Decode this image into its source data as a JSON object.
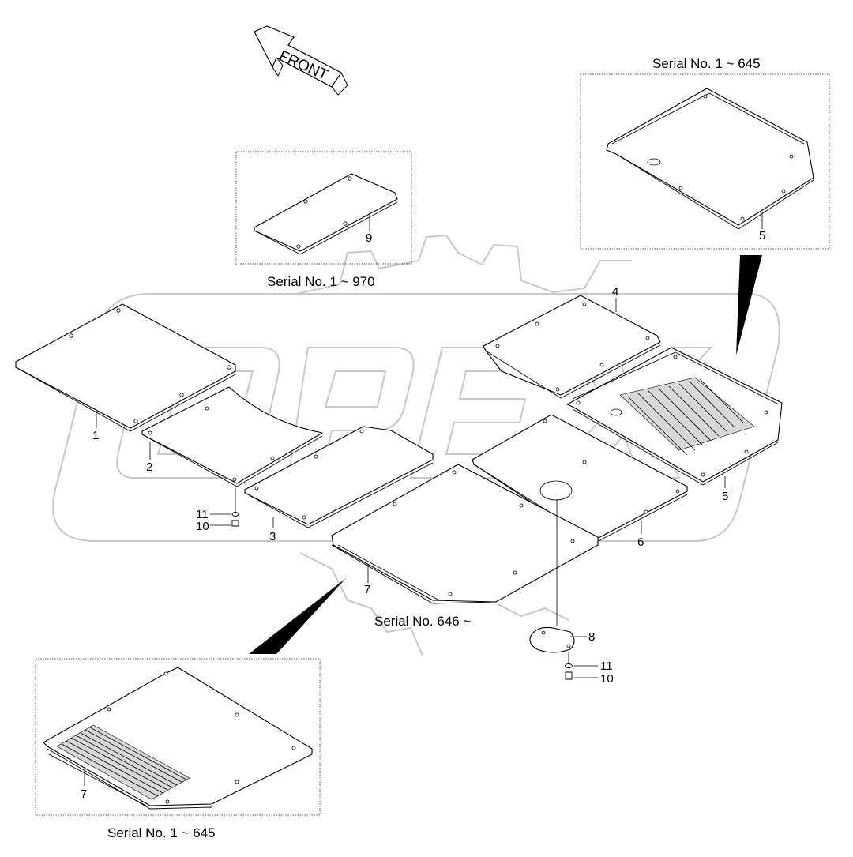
{
  "direction_arrow": {
    "label": "FRONT",
    "icon": "front-direction-arrow-icon"
  },
  "watermark": {
    "text": "OPEX",
    "color": "#c8c8c8"
  },
  "captions": {
    "serial_9": "Serial No. 1 ~ 970",
    "serial_5": "Serial No. 1 ~ 645",
    "serial_main": "Serial No. 646 ~",
    "serial_7": "Serial No. 1 ~ 645"
  },
  "callouts": {
    "p1": "1",
    "p2": "2",
    "p3": "3",
    "p4": "4",
    "p5_inset": "5",
    "p5_main": "5",
    "p6": "6",
    "p7_main": "7",
    "p7_inset": "7",
    "p8": "8",
    "p9": "9",
    "p10_left": "10",
    "p11_left": "11",
    "p10_right": "10",
    "p11_right": "11"
  }
}
